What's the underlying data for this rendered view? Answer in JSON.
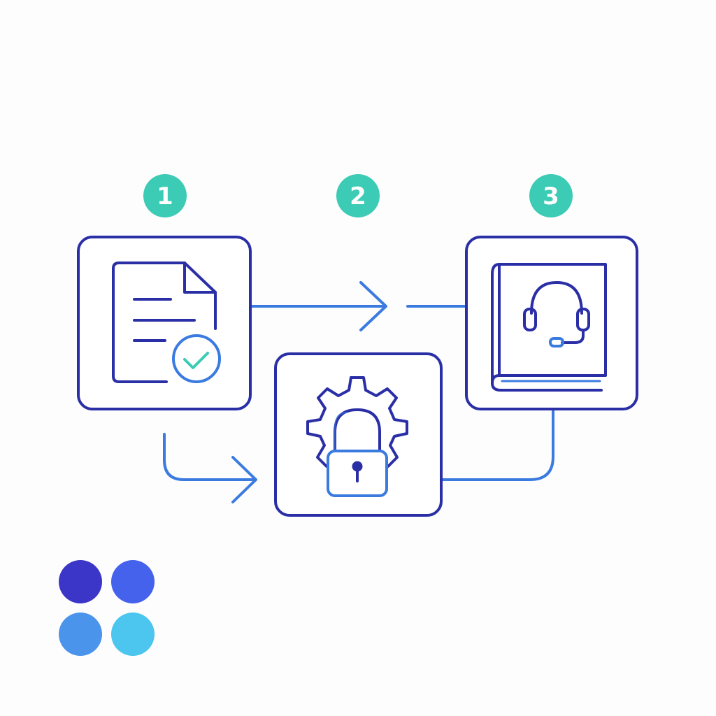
{
  "colors": {
    "background": "#fdfdfe",
    "outline": "#2b2fa6",
    "connector": "#3b7be0",
    "accent_teal": "#3ccbb4",
    "badge_text": "#ffffff",
    "palette": [
      "#3b35c8",
      "#4462ec",
      "#4b94ec",
      "#4cc5ef"
    ]
  },
  "steps": [
    {
      "number": "1",
      "icon": "document-check-icon"
    },
    {
      "number": "2",
      "icon": "gear-lock-icon"
    },
    {
      "number": "3",
      "icon": "book-headset-icon"
    }
  ],
  "connectors": [
    {
      "from": "step-1",
      "to": "step-3",
      "arrow": "right"
    },
    {
      "from": "step-1",
      "to": "step-2",
      "arrow": "right"
    },
    {
      "from": "step-2",
      "to": "step-3",
      "arrow": "none"
    }
  ],
  "logo": {
    "icon": "four-dots-logo-icon"
  }
}
